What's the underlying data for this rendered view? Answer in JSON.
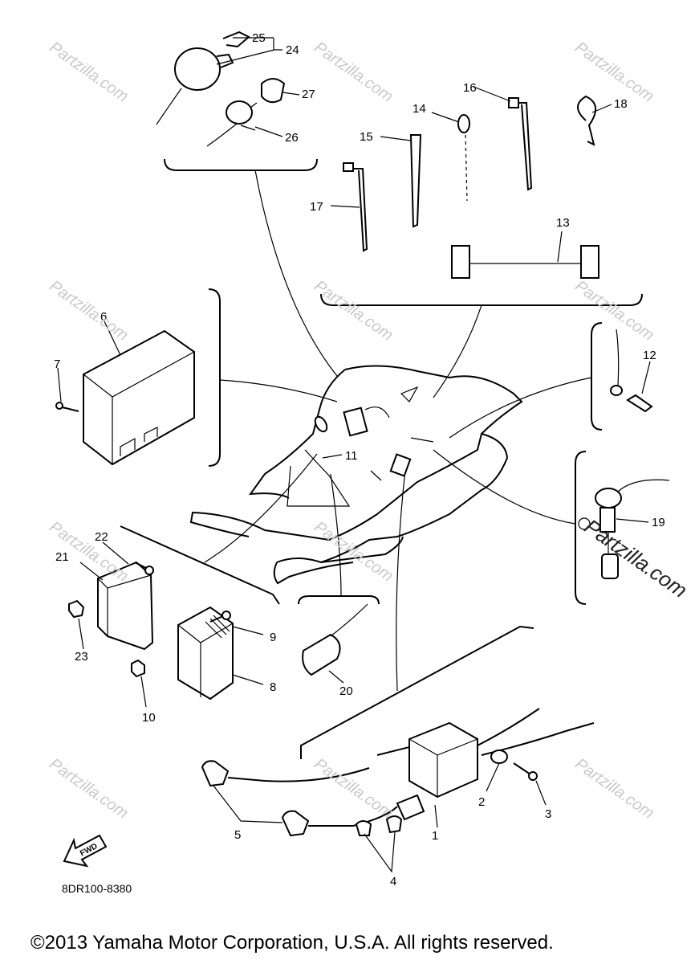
{
  "diagram": {
    "callouts": [
      "1",
      "2",
      "3",
      "4",
      "5",
      "6",
      "7",
      "8",
      "9",
      "10",
      "11",
      "12",
      "13",
      "14",
      "15",
      "16",
      "17",
      "18",
      "19",
      "20",
      "21",
      "22",
      "23",
      "24",
      "25",
      "26",
      "27"
    ],
    "part_code": "8DR100-8380",
    "fwd_label": "FWD",
    "watermark_text": "Partzilla.com",
    "watermark_large_text": "Partzilla.com",
    "copyright": "©2013 Yamaha Motor Corporation, U.S.A. All rights reserved."
  }
}
